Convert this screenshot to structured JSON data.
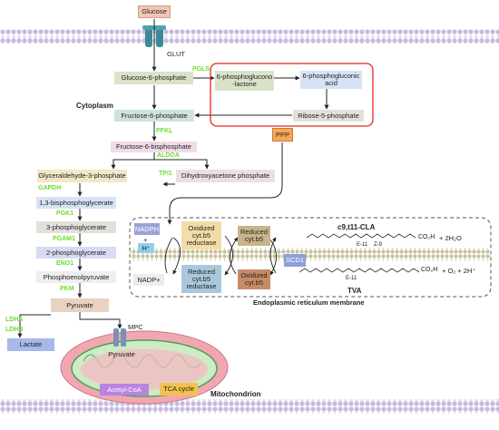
{
  "nodes": {
    "glucose": "Glucose",
    "glut": "GLUT",
    "g6p": "Glucose-6-phosphate",
    "pgl_a": "6-phosphoglucono",
    "pgl_b": "-lactone",
    "pga_a": "6-phosphogluconic",
    "pga_b": "acid",
    "r5p": "Ribose-5-phosphate",
    "ppp": "PPP",
    "cytoplasm": "Cytoplasm",
    "f6p": "Fructose-6-phosphate",
    "f16bp": "Fructose-6-bisphosphate",
    "dhap": "Dihydroxyacetone phosphate",
    "g3p": "Glyceraldehyde-3-phosphate",
    "bpg": "1,3-bisphosphoglycerate",
    "pg3": "3-phosphoglycerate",
    "pg2": "2-phosphoglycerate",
    "pep": "Phosphoenolpyruvate",
    "pyruvate": "Pyruvate",
    "lactate": "Lactate",
    "mpc": "MPC",
    "mito_pyruvate": "Pyruvate",
    "acetyl_coa": "Acetyl-CoA",
    "tca": "TCA cycle",
    "mitochondrion": "Mitochondrion"
  },
  "enzymes": {
    "pgls": "PGLS",
    "pfkl": "PFKL",
    "aldoa": "ALDOA",
    "tpi1": "TPI1",
    "gapdh": "GAPDH",
    "pgk1": "PGK1",
    "pgam1": "PGAM1",
    "eno1": "ENO1",
    "pkm": "PKM",
    "ldha": "LDHA",
    "ldhb": "LDHB"
  },
  "er": {
    "nadph": "NADPH",
    "plus": "+",
    "h_plus": "H⁺",
    "nadp_plus": "NADP+",
    "ox_b5_top_a": "Oxidized",
    "ox_b5_top_b": "cyt.b5",
    "ox_b5_top_c": "reductase",
    "red_b5_top_a": "Reduced",
    "red_b5_top_b": "cyt.b5",
    "red_b5_bot_a": "Reduced",
    "red_b5_bot_b": "cyt.b5",
    "red_b5_bot_c": "reductase",
    "ox_b5_bot_a": "Oxidized",
    "ox_b5_bot_b": "cyt.b5",
    "scd1": "SCD1",
    "cla": "c9,t11-CLA",
    "co2h_top": "CO₂H",
    "h2o": "+ 2H₂O",
    "e11_top": "E-11",
    "z9": "Z-9",
    "co2h_bot": "CO₂H",
    "o2": "+ O₂ + 2H⁺",
    "e11_bot": "E-11",
    "tva": "TVA",
    "membrane_label": "Endoplasmic reticulum membrane"
  },
  "colors": {
    "enzyme": "#6ddc2a",
    "ppp_frame": "#e8261f",
    "membrane_head": "#c9b8e2",
    "mito_outer": "#f2a7b0",
    "mito_inner": "#4aa05a"
  }
}
